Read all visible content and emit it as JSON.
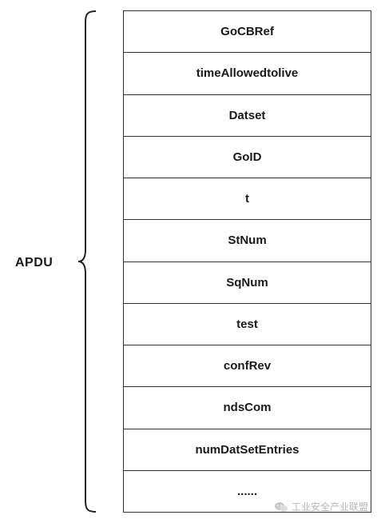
{
  "group_label": "APDU",
  "fields": [
    {
      "label": "GoCBRef"
    },
    {
      "label": "timeAllowedtolive"
    },
    {
      "label": "Datset"
    },
    {
      "label": "GoID"
    },
    {
      "label": "t"
    },
    {
      "label": "StNum"
    },
    {
      "label": "SqNum"
    },
    {
      "label": "test"
    },
    {
      "label": "confRev"
    },
    {
      "label": "ndsCom"
    },
    {
      "label": "numDatSetEntries"
    },
    {
      "label": "......"
    }
  ],
  "watermark": {
    "text": "工业安全产业联盟",
    "icon": "wechat-icon"
  }
}
